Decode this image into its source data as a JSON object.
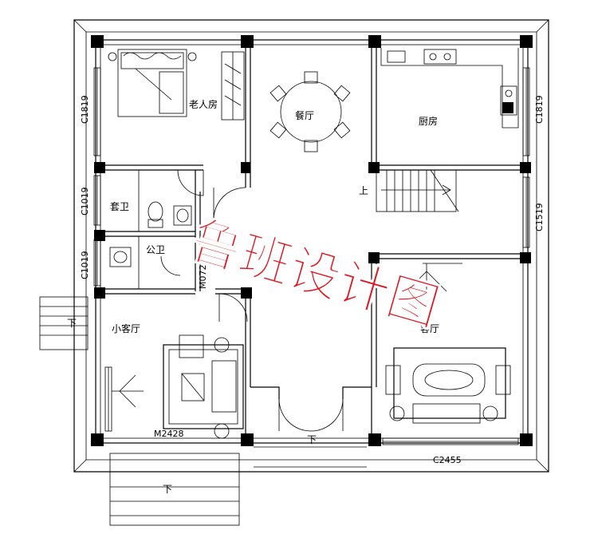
{
  "rooms": {
    "elderly_bedroom": "老人房",
    "dining": "餐厅",
    "kitchen": "厨房",
    "ensuite_bath": "套卫",
    "public_bath": "公卫",
    "small_living": "小客厅",
    "living": "客厅"
  },
  "windows": {
    "left_top": "C1819",
    "right_top": "C1819",
    "left_mid": "C1019",
    "left_low": "C1019",
    "right_mid": "C1519",
    "bottom_right": "C2455"
  },
  "doors": {
    "bath_door": "M0721",
    "entry_door": "M2428"
  },
  "stairs": {
    "up": "上",
    "down_left": "下",
    "down_center": "下",
    "down_bottom": "下"
  },
  "watermark": "鲁班设计图"
}
